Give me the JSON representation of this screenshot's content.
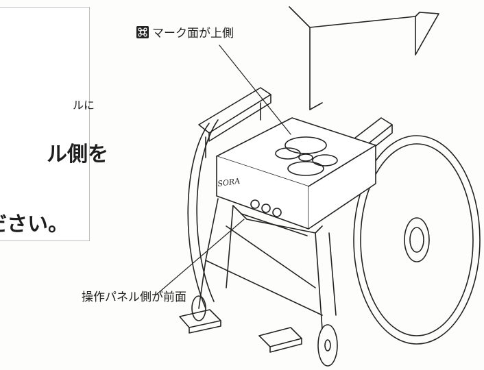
{
  "instructions": {
    "line1": "ルに",
    "line2": "ル側を",
    "line3": "ださい。"
  },
  "callouts": {
    "top": "マーク面が上側",
    "bottom": "操作パネル側が前面"
  },
  "device": {
    "logo_text": "SORA"
  },
  "icons": {
    "mark": "mark-symbol-icon"
  }
}
